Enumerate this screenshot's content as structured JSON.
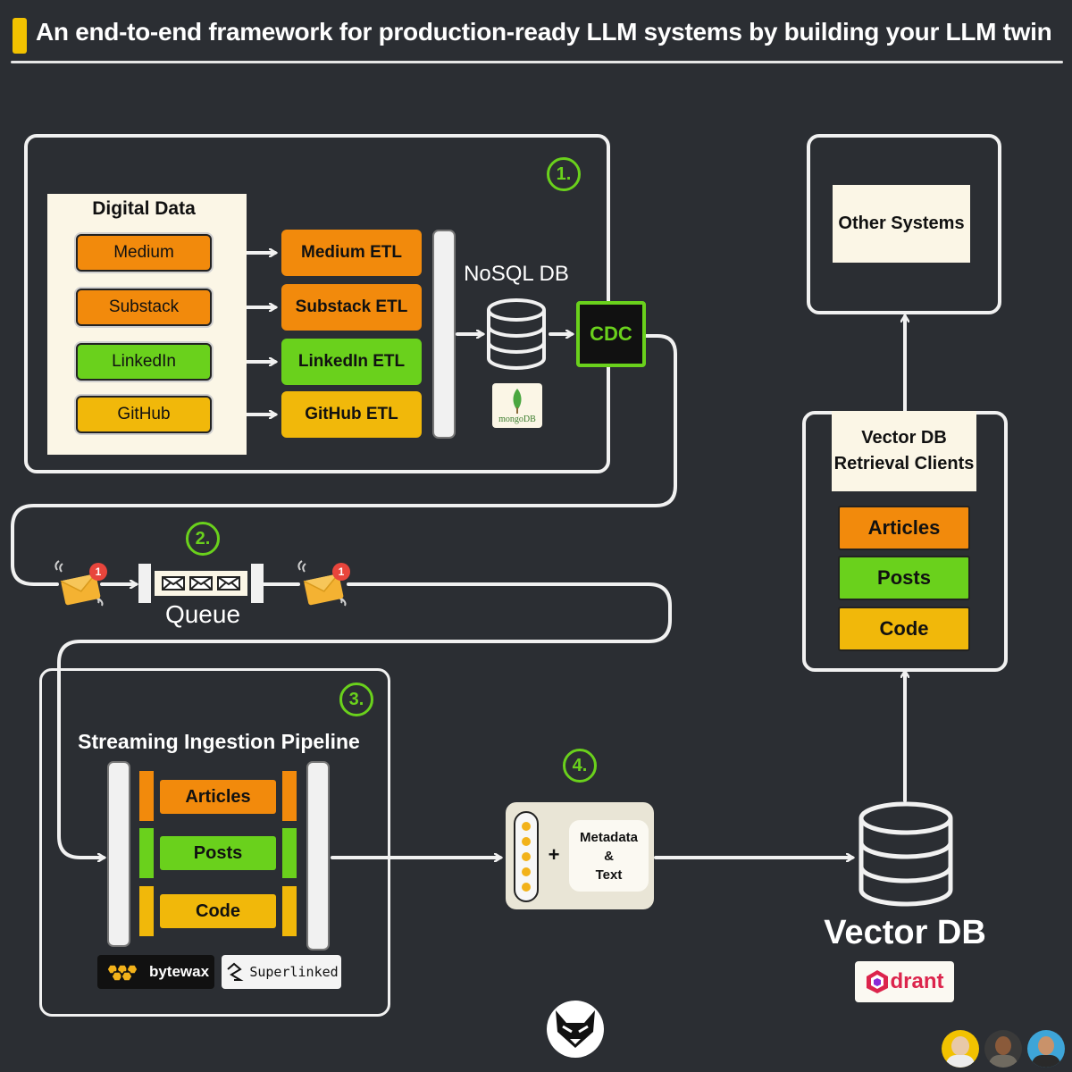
{
  "title": "An end-to-end framework for production-ready LLM systems by building your LLM twin",
  "colors": {
    "background": "#2b2e33",
    "accent_green": "#6ad11c",
    "orange": "#f28a0c",
    "yellow": "#f1b80a",
    "cream": "#fbf6e6"
  },
  "step1": {
    "number": "1.",
    "digital_data_title": "Digital Data",
    "sources": [
      "Medium",
      "Substack",
      "LinkedIn",
      "GitHub"
    ],
    "etls": [
      "Medium ETL",
      "Substack ETL",
      "LinkedIn ETL",
      "GitHub ETL"
    ],
    "nosql_label": "NoSQL DB",
    "mongodb_label": "mongoDB",
    "cdc_label": "CDC"
  },
  "step2": {
    "number": "2.",
    "queue_label": "Queue",
    "badge_count": "1"
  },
  "step3": {
    "number": "3.",
    "title": "Streaming Ingestion Pipeline",
    "chips": [
      "Articles",
      "Posts",
      "Code"
    ],
    "logos": {
      "bytewax": "bytewax",
      "superlinked": "Superlinked"
    }
  },
  "step4": {
    "number": "4.",
    "plus": "+",
    "metadata_text": [
      "Metadata",
      "&",
      "Text"
    ]
  },
  "vector_db": {
    "label": "Vector DB",
    "qdrant_label": "drant"
  },
  "retrieval": {
    "title_line1": "Vector DB",
    "title_line2": "Retrieval Clients",
    "chips": [
      "Articles",
      "Posts",
      "Code"
    ]
  },
  "other_systems": {
    "label": "Other Systems"
  },
  "icons": [
    "mongodb-leaf-icon",
    "database-icon",
    "envelope-icon",
    "queue-envelope-icon",
    "bytewax-hex-icon",
    "superlinked-icon",
    "qdrant-icon",
    "wolf-logo-icon",
    "author-avatar"
  ]
}
